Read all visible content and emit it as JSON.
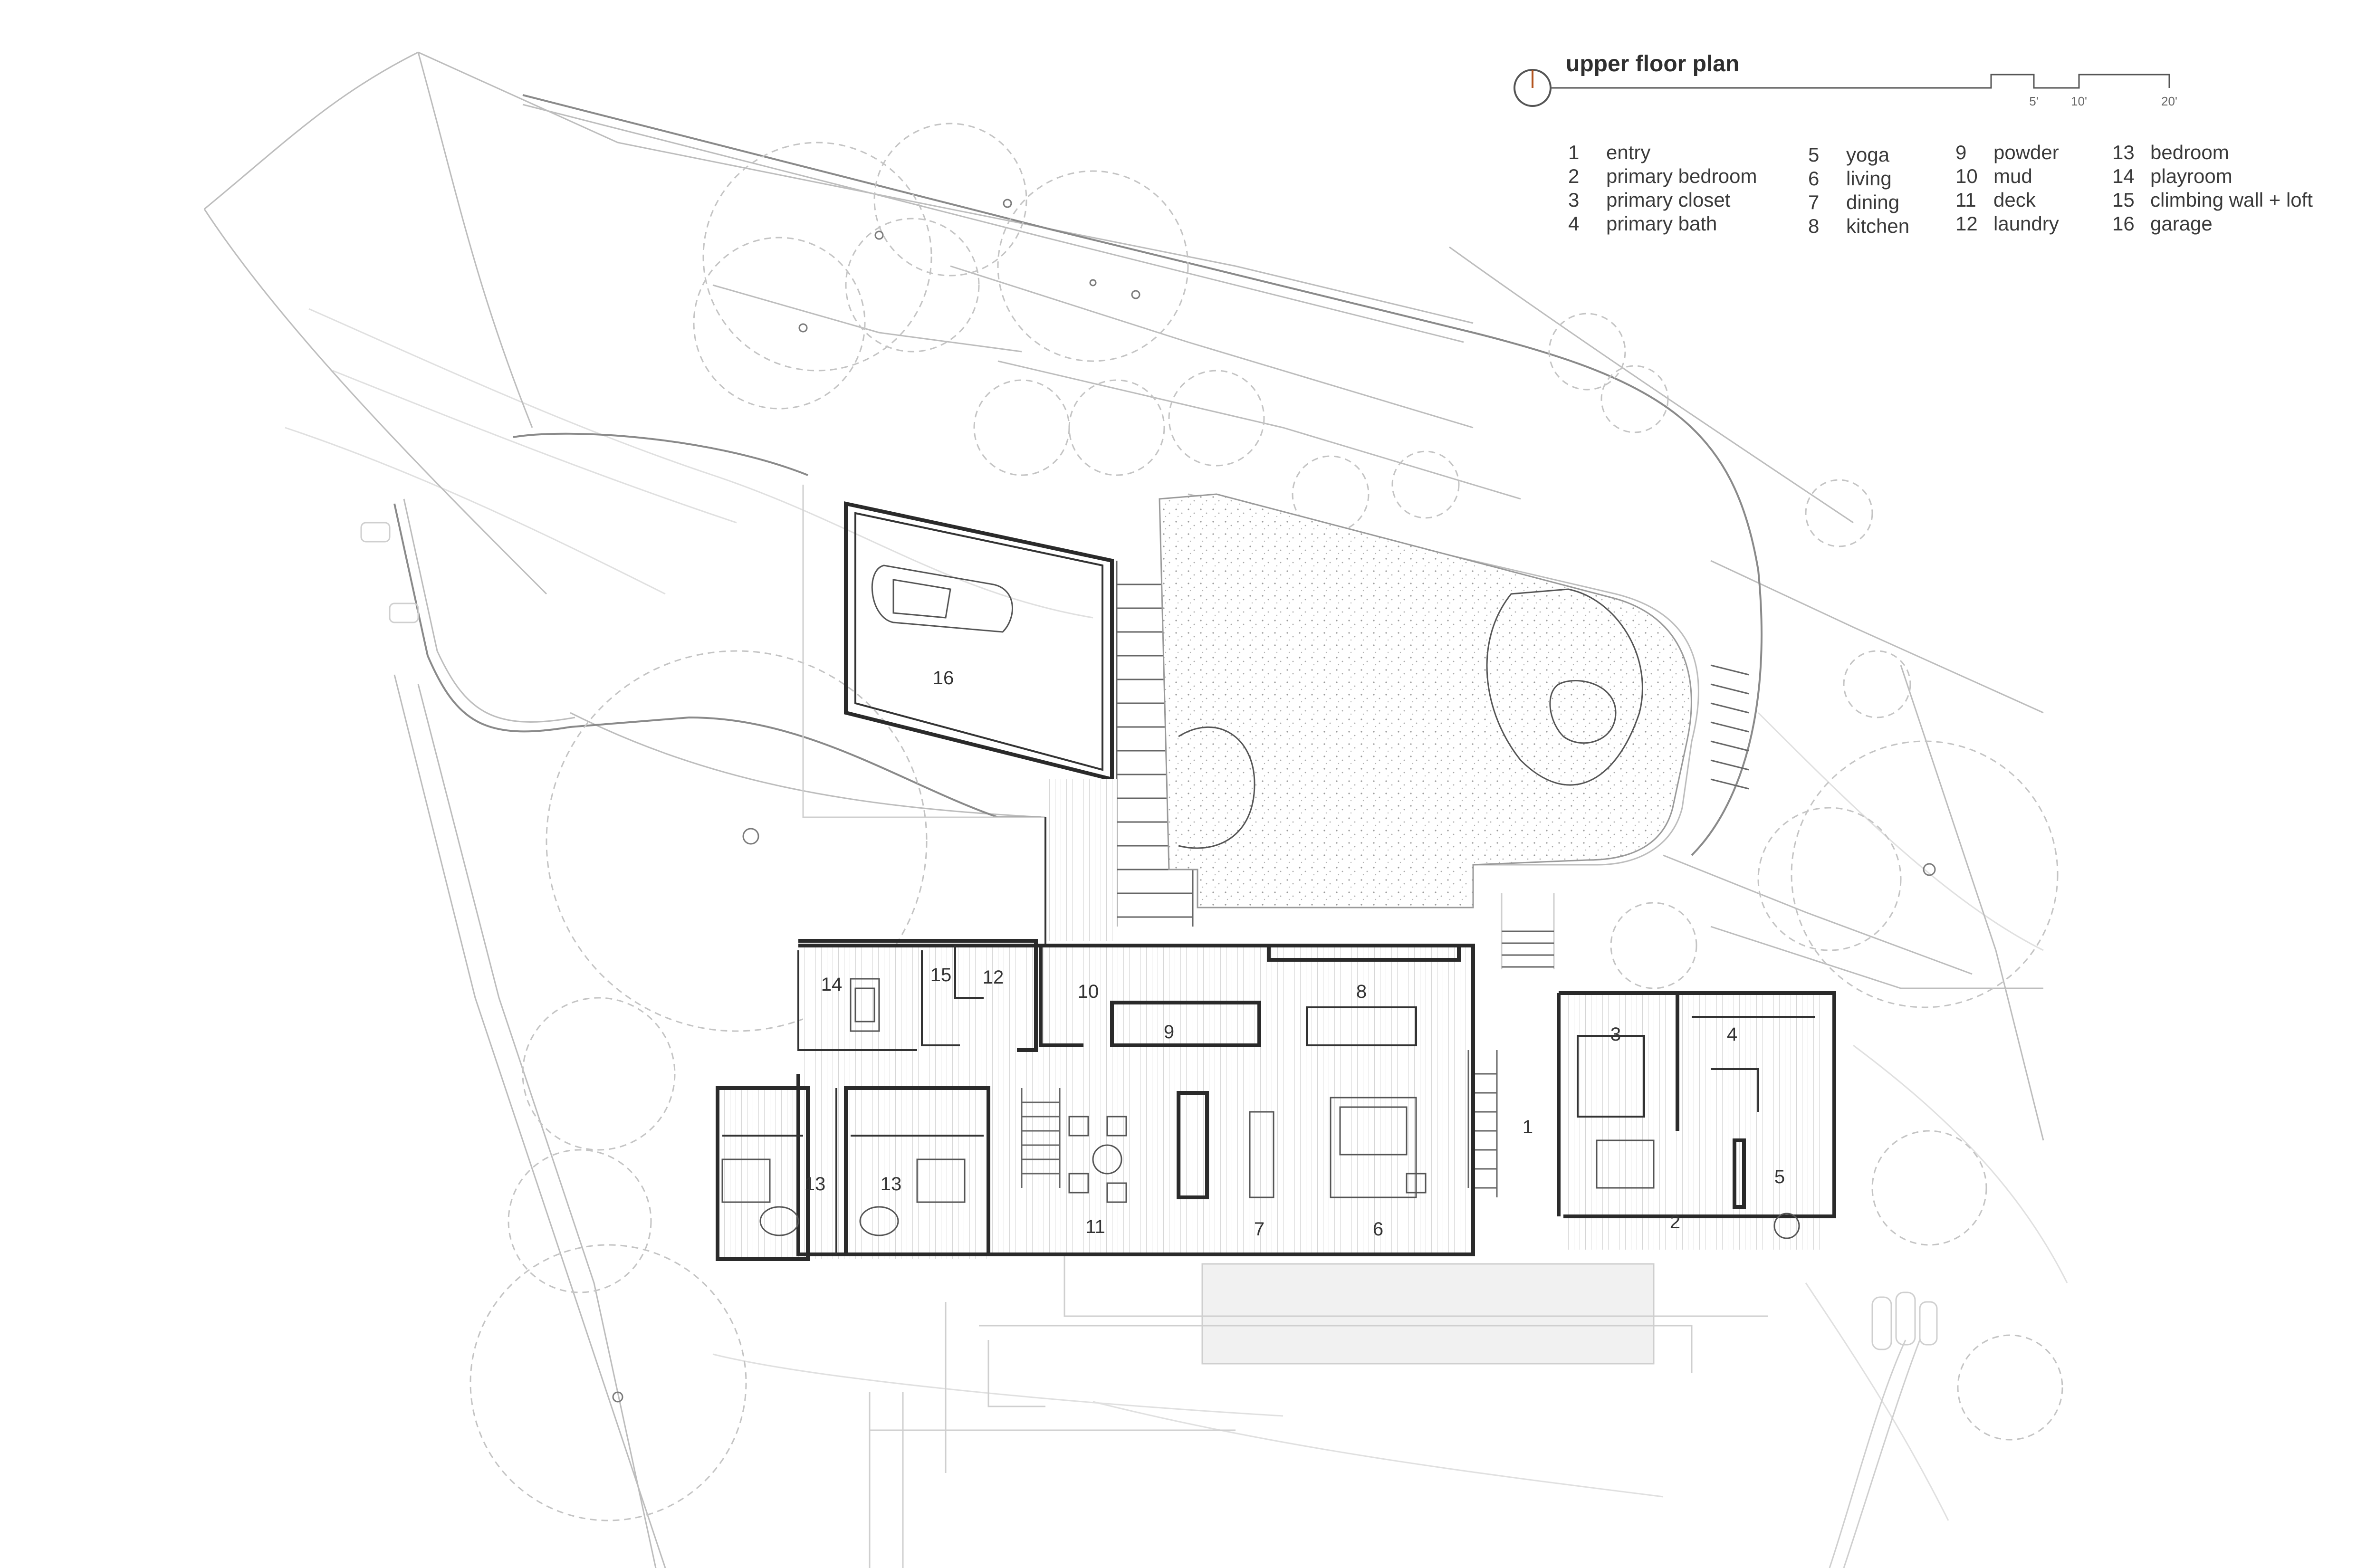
{
  "title": "upper floor plan",
  "scale_bar": [
    "5'",
    "10'",
    "20'"
  ],
  "legend": [
    {
      "num": "1",
      "label": "entry"
    },
    {
      "num": "2",
      "label": "primary bedroom"
    },
    {
      "num": "3",
      "label": "primary closet"
    },
    {
      "num": "4",
      "label": "primary bath"
    },
    {
      "num": "5",
      "label": "yoga"
    },
    {
      "num": "6",
      "label": "living"
    },
    {
      "num": "7",
      "label": "dining"
    },
    {
      "num": "8",
      "label": "kitchen"
    },
    {
      "num": "9",
      "label": "powder"
    },
    {
      "num": "10",
      "label": "mud"
    },
    {
      "num": "11",
      "label": "deck"
    },
    {
      "num": "12",
      "label": "laundry"
    },
    {
      "num": "13",
      "label": "bedroom"
    },
    {
      "num": "14",
      "label": "playroom"
    },
    {
      "num": "15",
      "label": "climbing wall + loft"
    },
    {
      "num": "16",
      "label": "garage"
    }
  ],
  "room_tags": {
    "entry": "1",
    "primary_bedroom": "2",
    "primary_closet": "3",
    "primary_bath": "4",
    "yoga": "5",
    "living": "6",
    "dining": "7",
    "kitchen": "8",
    "powder": "9",
    "mud": "10",
    "deck": "11",
    "laundry": "12",
    "bedroom_a": "13",
    "bedroom_b": "13",
    "playroom": "14",
    "climbing_wall": "15",
    "garage": "16"
  }
}
